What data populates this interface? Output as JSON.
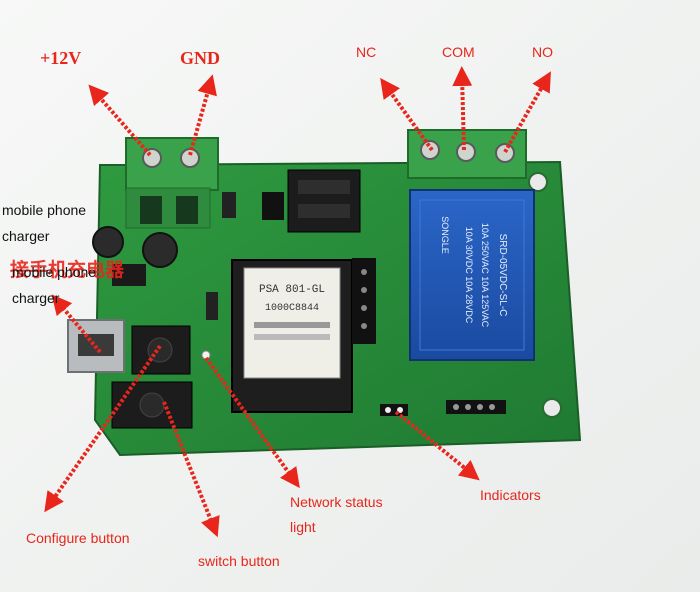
{
  "labels": {
    "plus12v": "+12V",
    "gnd": "GND",
    "nc": "NC",
    "com": "COM",
    "no": "NO",
    "mobile_charger_1_line1": "mobile phone",
    "mobile_charger_1_line2": "charger",
    "chinese_caption": "接手机充电器",
    "mobile_charger_2_line1": "mobile phone",
    "mobile_charger_2_line2": "charger",
    "configure_button": "Configure button",
    "switch_button": "switch button",
    "network_status_line1": "Network status",
    "network_status_line2": "light",
    "indicators": "Indicators"
  },
  "relay": {
    "line1": "SRD-05VDC-SL-C",
    "line2": "10A 250VAC 10A 125VAC",
    "line3": "10A 30VDC 10A 28VDC",
    "brand": "SONGLE"
  },
  "module": {
    "line1": "PSA 801-GL",
    "line2": "1000C8844"
  },
  "colors": {
    "annotation": "#e8261c",
    "pcb": "#2a8a3a",
    "relay": "#1f56b0",
    "terminal": "#3aa24a"
  }
}
